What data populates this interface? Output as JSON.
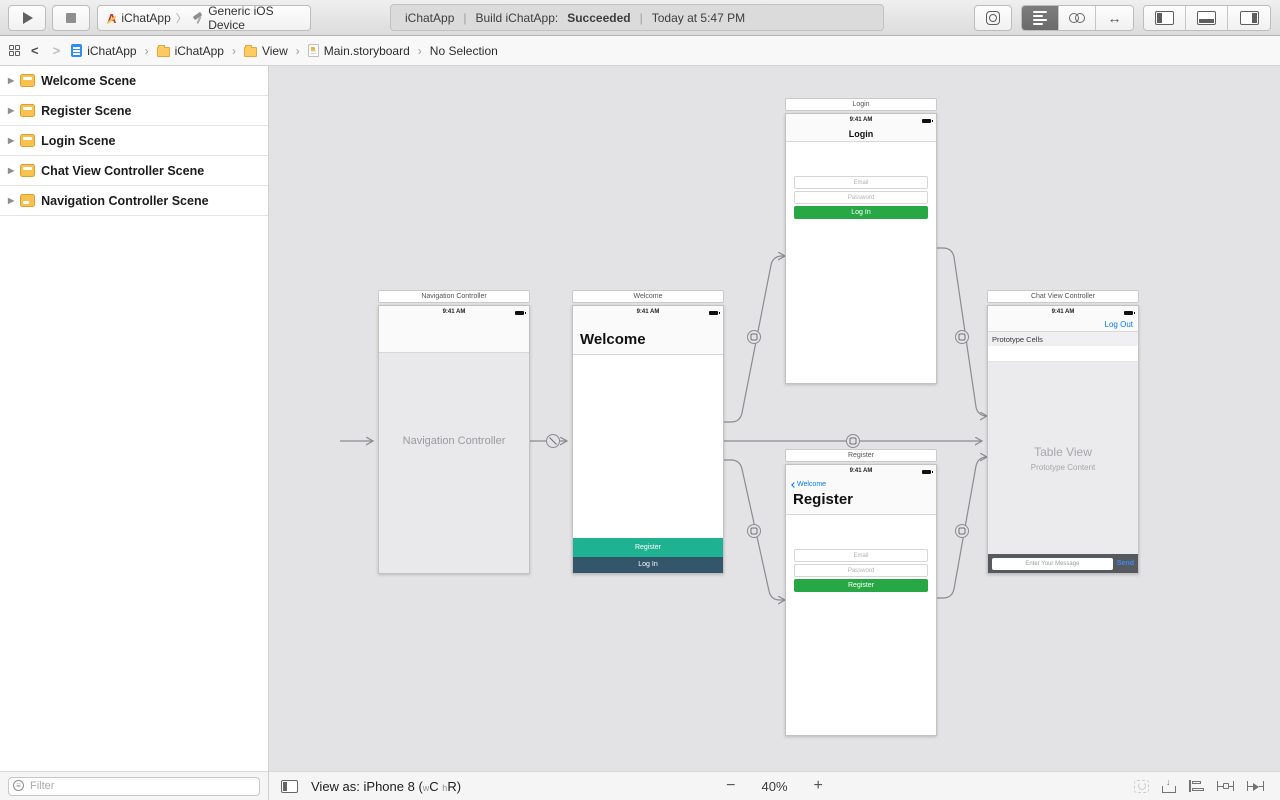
{
  "toolbar": {
    "scheme_app": "iChatApp",
    "scheme_device": "Generic iOS Device",
    "status_project": "iChatApp",
    "status_separator": "|",
    "status_build_label": "Build iChatApp:",
    "status_build_result": "Succeeded",
    "status_time": "Today at 5:47 PM"
  },
  "jumpbar": {
    "back": "<",
    "forward": ">",
    "separator": "›",
    "crumbs": [
      {
        "label": "iChatApp"
      },
      {
        "label": "iChatApp"
      },
      {
        "label": "View"
      },
      {
        "label": "Main.storyboard"
      },
      {
        "label": "No Selection"
      }
    ]
  },
  "sidebar": {
    "scenes": [
      {
        "label": "Welcome Scene"
      },
      {
        "label": "Register Scene"
      },
      {
        "label": "Login Scene"
      },
      {
        "label": "Chat View Controller Scene"
      },
      {
        "label": "Navigation Controller Scene"
      }
    ],
    "filter_placeholder": "Filter"
  },
  "canvas": {
    "nav": {
      "doc_title": "Navigation Controller",
      "time": "9:41 AM",
      "label": "Navigation Controller"
    },
    "welcome": {
      "doc_title": "Welcome",
      "time": "9:41 AM",
      "large_title": "Welcome",
      "register_button": "Register",
      "login_button": "Log In"
    },
    "login": {
      "doc_title": "Login",
      "time": "9:41 AM",
      "nav_title": "Login",
      "email_placeholder": "Email",
      "password_placeholder": "Password",
      "login_button": "Log In"
    },
    "register": {
      "doc_title": "Register",
      "time": "9:41 AM",
      "back_button": "Welcome",
      "large_title": "Register",
      "email_placeholder": "Email",
      "password_placeholder": "Password",
      "register_button": "Register"
    },
    "chat": {
      "doc_title": "Chat View Controller",
      "time": "9:41 AM",
      "logout_button": "Log Out",
      "cells_header": "Prototype Cells",
      "table_label": "Table View",
      "content_label": "Prototype Content",
      "message_placeholder": "Enter Your Message",
      "send_button": "Send"
    }
  },
  "bottombar": {
    "view_as_prefix": "View as: iPhone 8 (",
    "trait_w": "w",
    "trait_wc": "C",
    "trait_h": "h",
    "trait_hr": "R",
    "view_as_suffix": ")",
    "zoom_out": "−",
    "zoom_level": "40%",
    "zoom_in": "+"
  },
  "colors": {
    "teal_button": "#1fb292",
    "slate_button": "#33566b",
    "green_button": "#28a745",
    "ios_blue": "#007aff",
    "canvas_background": "#e3e3e6"
  }
}
